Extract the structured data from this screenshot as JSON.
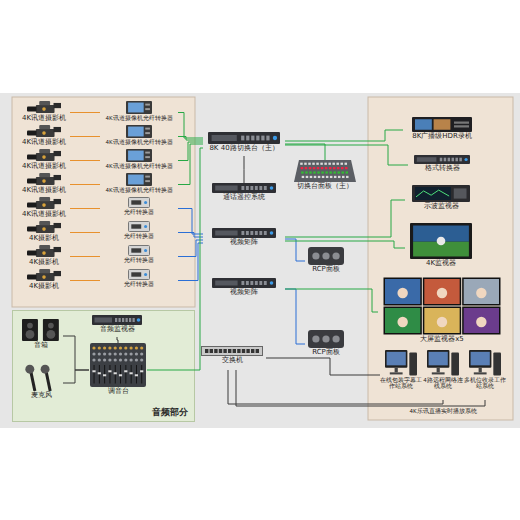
{
  "diagram": {
    "nodes": [
      {
        "text": [
          "4K讯道摄影机"
        ]
      },
      {
        "text": [
          "4K讯道摄影机"
        ]
      },
      {
        "text": [
          "4K讯道摄影机"
        ]
      },
      {
        "text": [
          "4K讯道摄影机"
        ]
      },
      {
        "text": [
          "4K讯道摄影机"
        ]
      },
      {
        "text": [
          "4K摄影机"
        ]
      },
      {
        "text": [
          "4K摄影机"
        ]
      },
      {
        "text": [
          "4K摄影机"
        ]
      },
      {
        "text": [
          "4K讯道摄像机光纤转换器"
        ]
      },
      {
        "text": [
          "4K讯道摄像机光纤转换器"
        ]
      },
      {
        "text": [
          "4K讯道摄像机光纤转换器"
        ]
      },
      {
        "text": [
          "4K讯道摄像机光纤转换器"
        ]
      },
      {
        "text": [
          "光纤转换器"
        ]
      },
      {
        "text": [
          "光纤转换器"
        ]
      },
      {
        "text": [
          "光纤转换器"
        ]
      },
      {
        "text": [
          "光纤转换器"
        ]
      },
      {
        "text": [
          "音频部分"
        ]
      },
      {
        "text": [
          "音箱"
        ],
        "in": 16
      },
      {
        "text": [
          "麦克风"
        ],
        "in": 16
      },
      {
        "text": [
          "音频监视器"
        ],
        "in": 16
      },
      {
        "text": [
          "调音台"
        ],
        "in": 16
      },
      {
        "text": [
          "8K 40路切换台（主）"
        ]
      },
      {
        "text": [
          "通话遥控系统"
        ]
      },
      {
        "text": [
          "视频矩阵"
        ]
      },
      {
        "text": [
          "视频矩阵"
        ]
      },
      {
        "text": [
          "交换机"
        ]
      },
      {
        "text": [
          "切换台面板（主）"
        ]
      },
      {
        "text": [
          "RCP面板"
        ]
      },
      {
        "text": [
          "RCP面板"
        ]
      },
      {
        "text": [
          "8K广播级HDR录机"
        ]
      },
      {
        "text": [
          "格式转换器"
        ]
      },
      {
        "text": [
          "示波监视器"
        ]
      },
      {
        "text": [
          "4K监视器"
        ]
      },
      {
        "text": [
          "大屏监视器x5"
        ]
      },
      {
        "text": [
          "在线包装字幕工作站系统"
        ]
      },
      {
        "text": [
          "4路远程网络连线系统"
        ]
      },
      {
        "text": [
          "多机位收录工作站系统"
        ]
      }
    ],
    "edges": [
      {
        "from": 0,
        "to": 8,
        "arrow": "none"
      },
      {
        "from": 1,
        "to": 9,
        "arrow": "none"
      },
      {
        "from": 2,
        "to": 10,
        "arrow": "none"
      },
      {
        "from": 3,
        "to": 11,
        "arrow": "none"
      },
      {
        "from": 4,
        "to": 12,
        "arrow": "none"
      },
      {
        "from": 5,
        "to": 13,
        "arrow": "none"
      },
      {
        "from": 6,
        "to": 14,
        "arrow": "none"
      },
      {
        "from": 7,
        "to": 15,
        "arrow": "none"
      },
      {
        "from": 8,
        "to": 21,
        "arrow": "none"
      },
      {
        "from": 9,
        "to": 21,
        "arrow": "none"
      },
      {
        "from": 10,
        "to": 21,
        "arrow": "none"
      },
      {
        "from": 11,
        "to": 21,
        "arrow": "none"
      },
      {
        "from": 12,
        "to": 23,
        "arrow": "none"
      },
      {
        "from": 13,
        "to": 23,
        "arrow": "none"
      },
      {
        "from": 14,
        "to": 23,
        "arrow": "none"
      },
      {
        "from": 15,
        "to": 23,
        "arrow": "none"
      },
      {
        "from": 17,
        "to": 20,
        "arrow": "none"
      },
      {
        "from": 18,
        "to": 20,
        "arrow": "none"
      },
      {
        "from": 19,
        "to": 20,
        "arrow": "none"
      },
      {
        "from": 20,
        "to": 21,
        "arrow": "none"
      },
      {
        "from": 21,
        "to": 26,
        "arrow": "none"
      },
      {
        "from": 21,
        "to": 29,
        "arrow": "none"
      },
      {
        "from": 21,
        "to": 30,
        "arrow": "none"
      },
      {
        "from": 22,
        "to": 21,
        "arrow": "none"
      },
      {
        "from": 23,
        "to": 27,
        "arrow": "none"
      },
      {
        "from": 23,
        "to": 31,
        "arrow": "none"
      },
      {
        "from": 23,
        "to": 32,
        "arrow": "none"
      },
      {
        "from": 24,
        "to": 28,
        "arrow": "none"
      },
      {
        "from": 24,
        "to": 33,
        "arrow": "none"
      },
      {
        "from": 25,
        "to": 34,
        "arrow": "none"
      },
      {
        "from": 25,
        "to": 35,
        "arrow": "none"
      },
      {
        "from": 25,
        "to": 36,
        "arrow": "none"
      }
    ],
    "labels": [
      "4K乐讯直播实时播放系统"
    ]
  }
}
